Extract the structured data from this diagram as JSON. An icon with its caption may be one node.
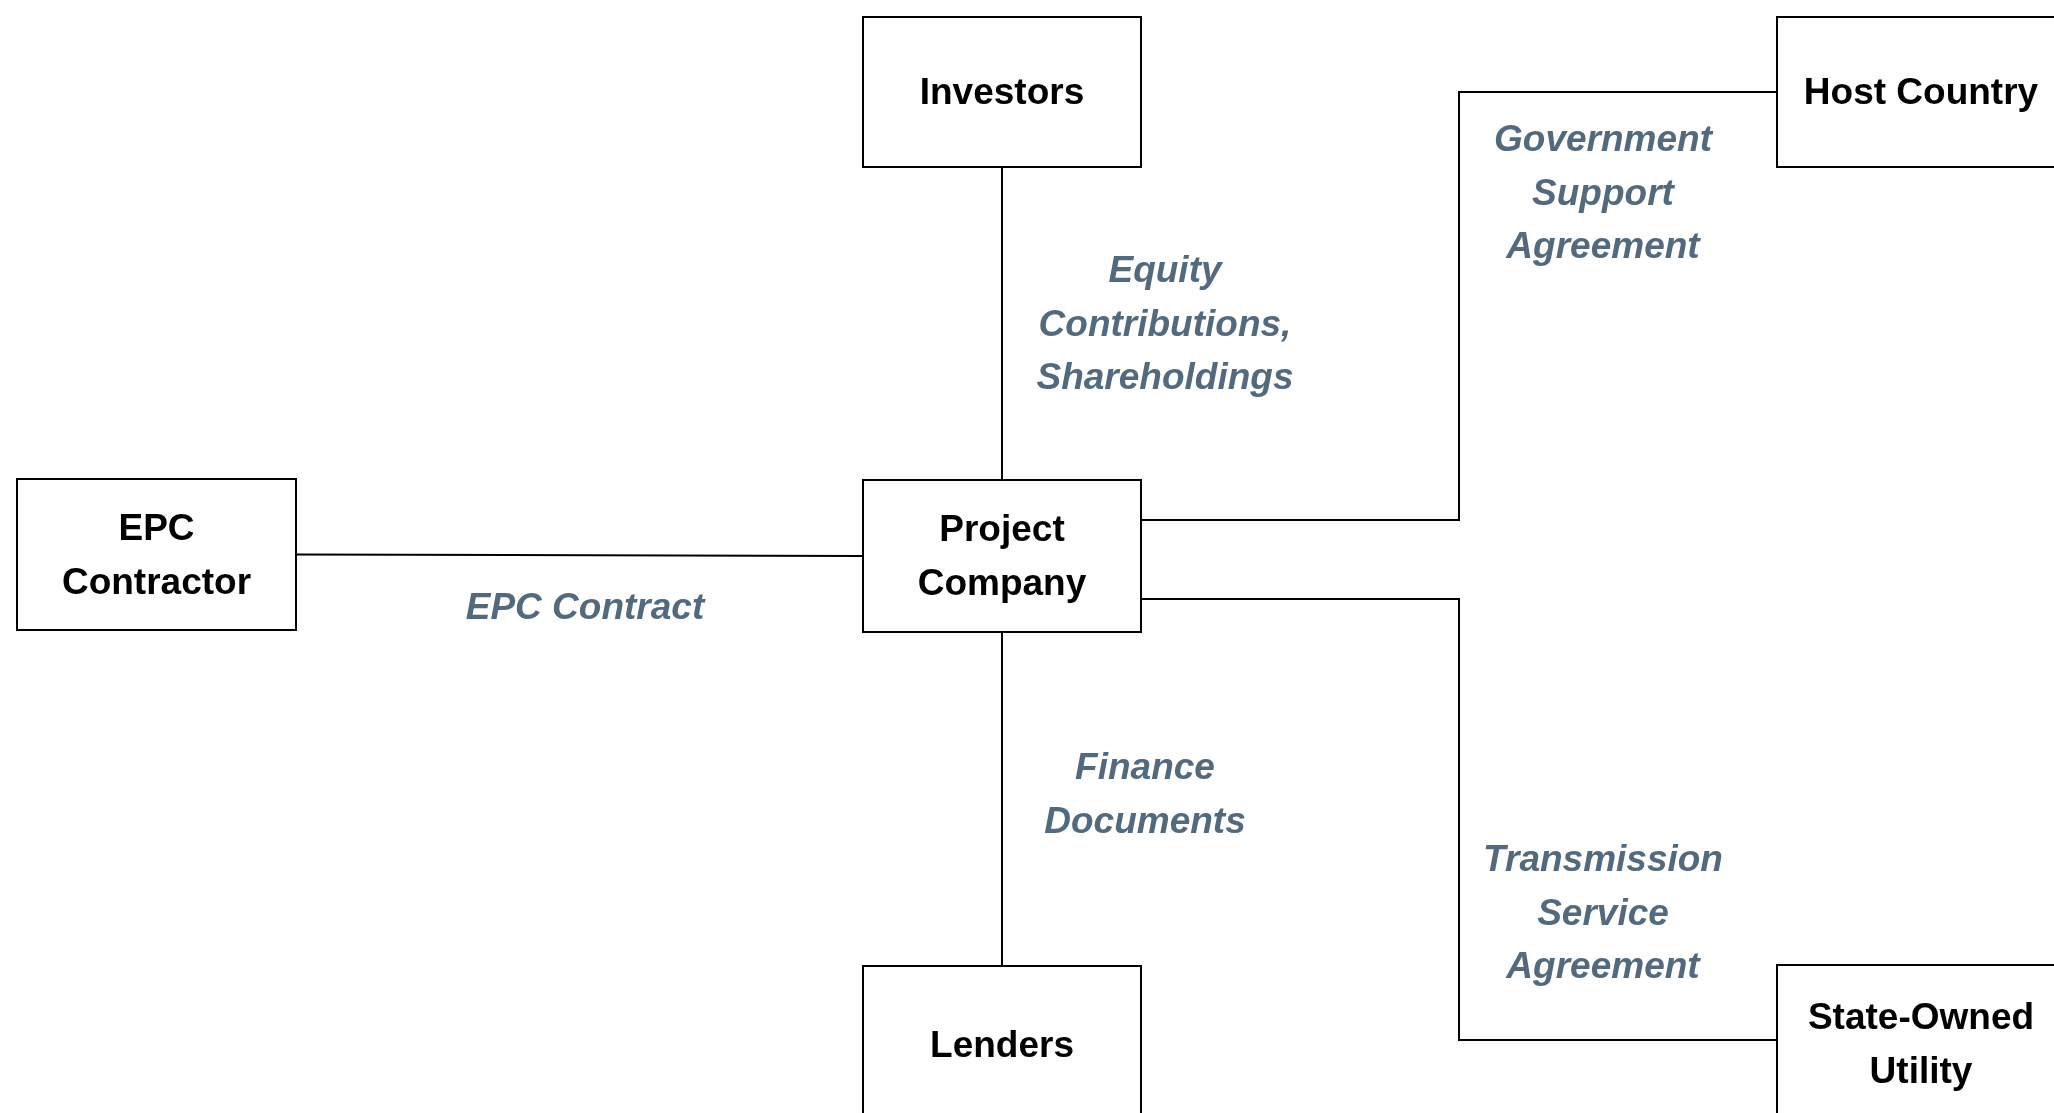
{
  "diagram": {
    "nodes": [
      {
        "text": [
          "Investors"
        ]
      },
      {
        "text": [
          "Host Country"
        ]
      },
      {
        "text": [
          "EPC Contractor"
        ]
      },
      {
        "text": [
          "Project Company"
        ]
      },
      {
        "text": [
          "Lenders"
        ]
      },
      {
        "text": [
          "State-Owned Utility"
        ]
      }
    ],
    "edges": [
      {
        "from": 0,
        "to": 3,
        "arrow": "none",
        "label": "Equity Contributions, Shareholdings"
      },
      {
        "from": 3,
        "to": 1,
        "arrow": "none",
        "label": "Government Support Agreement"
      },
      {
        "from": 2,
        "to": 3,
        "arrow": "none",
        "label": "EPC Contract"
      },
      {
        "from": 3,
        "to": 4,
        "arrow": "none",
        "label": "Finance Documents"
      },
      {
        "from": 3,
        "to": 5,
        "arrow": "none",
        "label": "Transmission Service Agreement"
      }
    ]
  }
}
